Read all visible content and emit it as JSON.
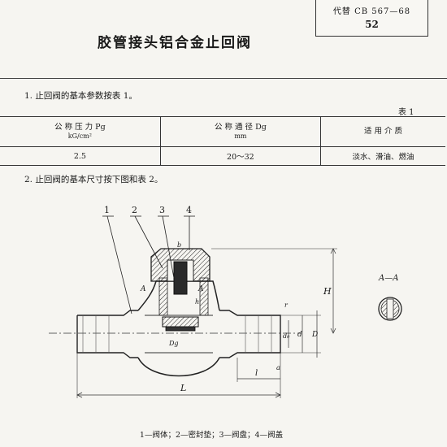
{
  "header": {
    "replaces_line": "代替 CB 567—68",
    "page_number": "52",
    "title": "胶管接头铝合金止回阀"
  },
  "section1": {
    "text": "1. 止回阀的基本参数按表 1。",
    "table_label": "表 1"
  },
  "table1": {
    "headers": [
      {
        "line1": "公 称 压 力 Pg",
        "line2": "kG/cm²"
      },
      {
        "line1": "公 称 通 径 Dg",
        "line2": "mm"
      },
      {
        "line1": "适 用 介 质",
        "line2": ""
      }
    ],
    "row": [
      "2.5",
      "20～32",
      "淡水、滑油、燃油"
    ]
  },
  "section2": {
    "text": "2. 止回阀的基本尺寸按下图和表 2。"
  },
  "drawing": {
    "part_labels": [
      "1",
      "2",
      "3",
      "4"
    ],
    "section_label": "A—A",
    "dims": {
      "H": "H",
      "L": "L",
      "l": "l",
      "d0": "d₀",
      "d": "d",
      "D": "D",
      "dg": "Dg",
      "a": "a",
      "r": "r",
      "A": "A",
      "h": "h",
      "b": "b"
    }
  },
  "caption": "1—阀体；2—密封垫；3—阀盘；4—阀盖"
}
